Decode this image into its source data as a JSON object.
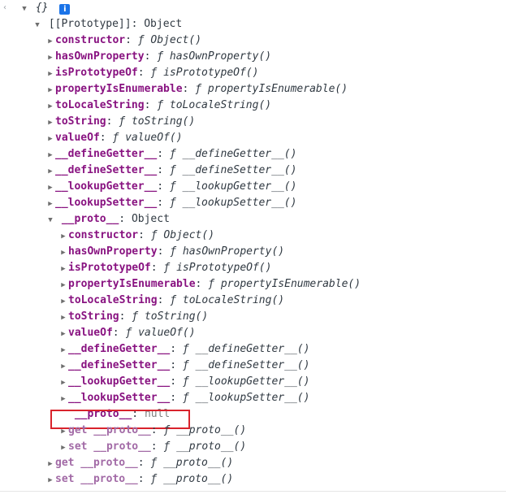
{
  "root": {
    "label": "{}",
    "info_icon": "i"
  },
  "prototype_header": {
    "key": "[[Prototype]]",
    "value": "Object"
  },
  "level1": [
    {
      "key": "constructor",
      "value": "Object()"
    },
    {
      "key": "hasOwnProperty",
      "value": "hasOwnProperty()"
    },
    {
      "key": "isPrototypeOf",
      "value": "isPrototypeOf()"
    },
    {
      "key": "propertyIsEnumerable",
      "value": "propertyIsEnumerable()"
    },
    {
      "key": "toLocaleString",
      "value": "toLocaleString()"
    },
    {
      "key": "toString",
      "value": "toString()"
    },
    {
      "key": "valueOf",
      "value": "valueOf()"
    },
    {
      "key": "__defineGetter__",
      "value": "__defineGetter__()"
    },
    {
      "key": "__defineSetter__",
      "value": "__defineSetter__()"
    },
    {
      "key": "__lookupGetter__",
      "value": "__lookupGetter__()"
    },
    {
      "key": "__lookupSetter__",
      "value": "__lookupSetter__()"
    }
  ],
  "proto_header": {
    "key": "__proto__",
    "value": "Object"
  },
  "level2": [
    {
      "key": "constructor",
      "value": "Object()"
    },
    {
      "key": "hasOwnProperty",
      "value": "hasOwnProperty()"
    },
    {
      "key": "isPrototypeOf",
      "value": "isPrototypeOf()"
    },
    {
      "key": "propertyIsEnumerable",
      "value": "propertyIsEnumerable()"
    },
    {
      "key": "toLocaleString",
      "value": "toLocaleString()"
    },
    {
      "key": "toString",
      "value": "toString()"
    },
    {
      "key": "valueOf",
      "value": "valueOf()"
    },
    {
      "key": "__defineGetter__",
      "value": "__defineGetter__()"
    },
    {
      "key": "__defineSetter__",
      "value": "__defineSetter__()"
    },
    {
      "key": "__lookupGetter__",
      "value": "__lookupGetter__()"
    },
    {
      "key": "__lookupSetter__",
      "value": "__lookupSetter__()"
    }
  ],
  "proto_null": {
    "key": "__proto__",
    "value": "null"
  },
  "level2_accessors": [
    {
      "key": "get __proto__",
      "value": "__proto__()"
    },
    {
      "key": "set __proto__",
      "value": "__proto__()"
    }
  ],
  "level1_accessors": [
    {
      "key": "get __proto__",
      "value": "__proto__()"
    },
    {
      "key": "set __proto__",
      "value": "__proto__()"
    }
  ],
  "symbols": {
    "colon": ":",
    "f": "ƒ",
    "expanded": "▼",
    "collapsed": "▶",
    "back_arrow": "‹"
  },
  "colors": {
    "key": "#881280",
    "dim_key": "#a26aa6",
    "highlight_border": "#d9232c",
    "info_icon": "#1a73e8"
  }
}
